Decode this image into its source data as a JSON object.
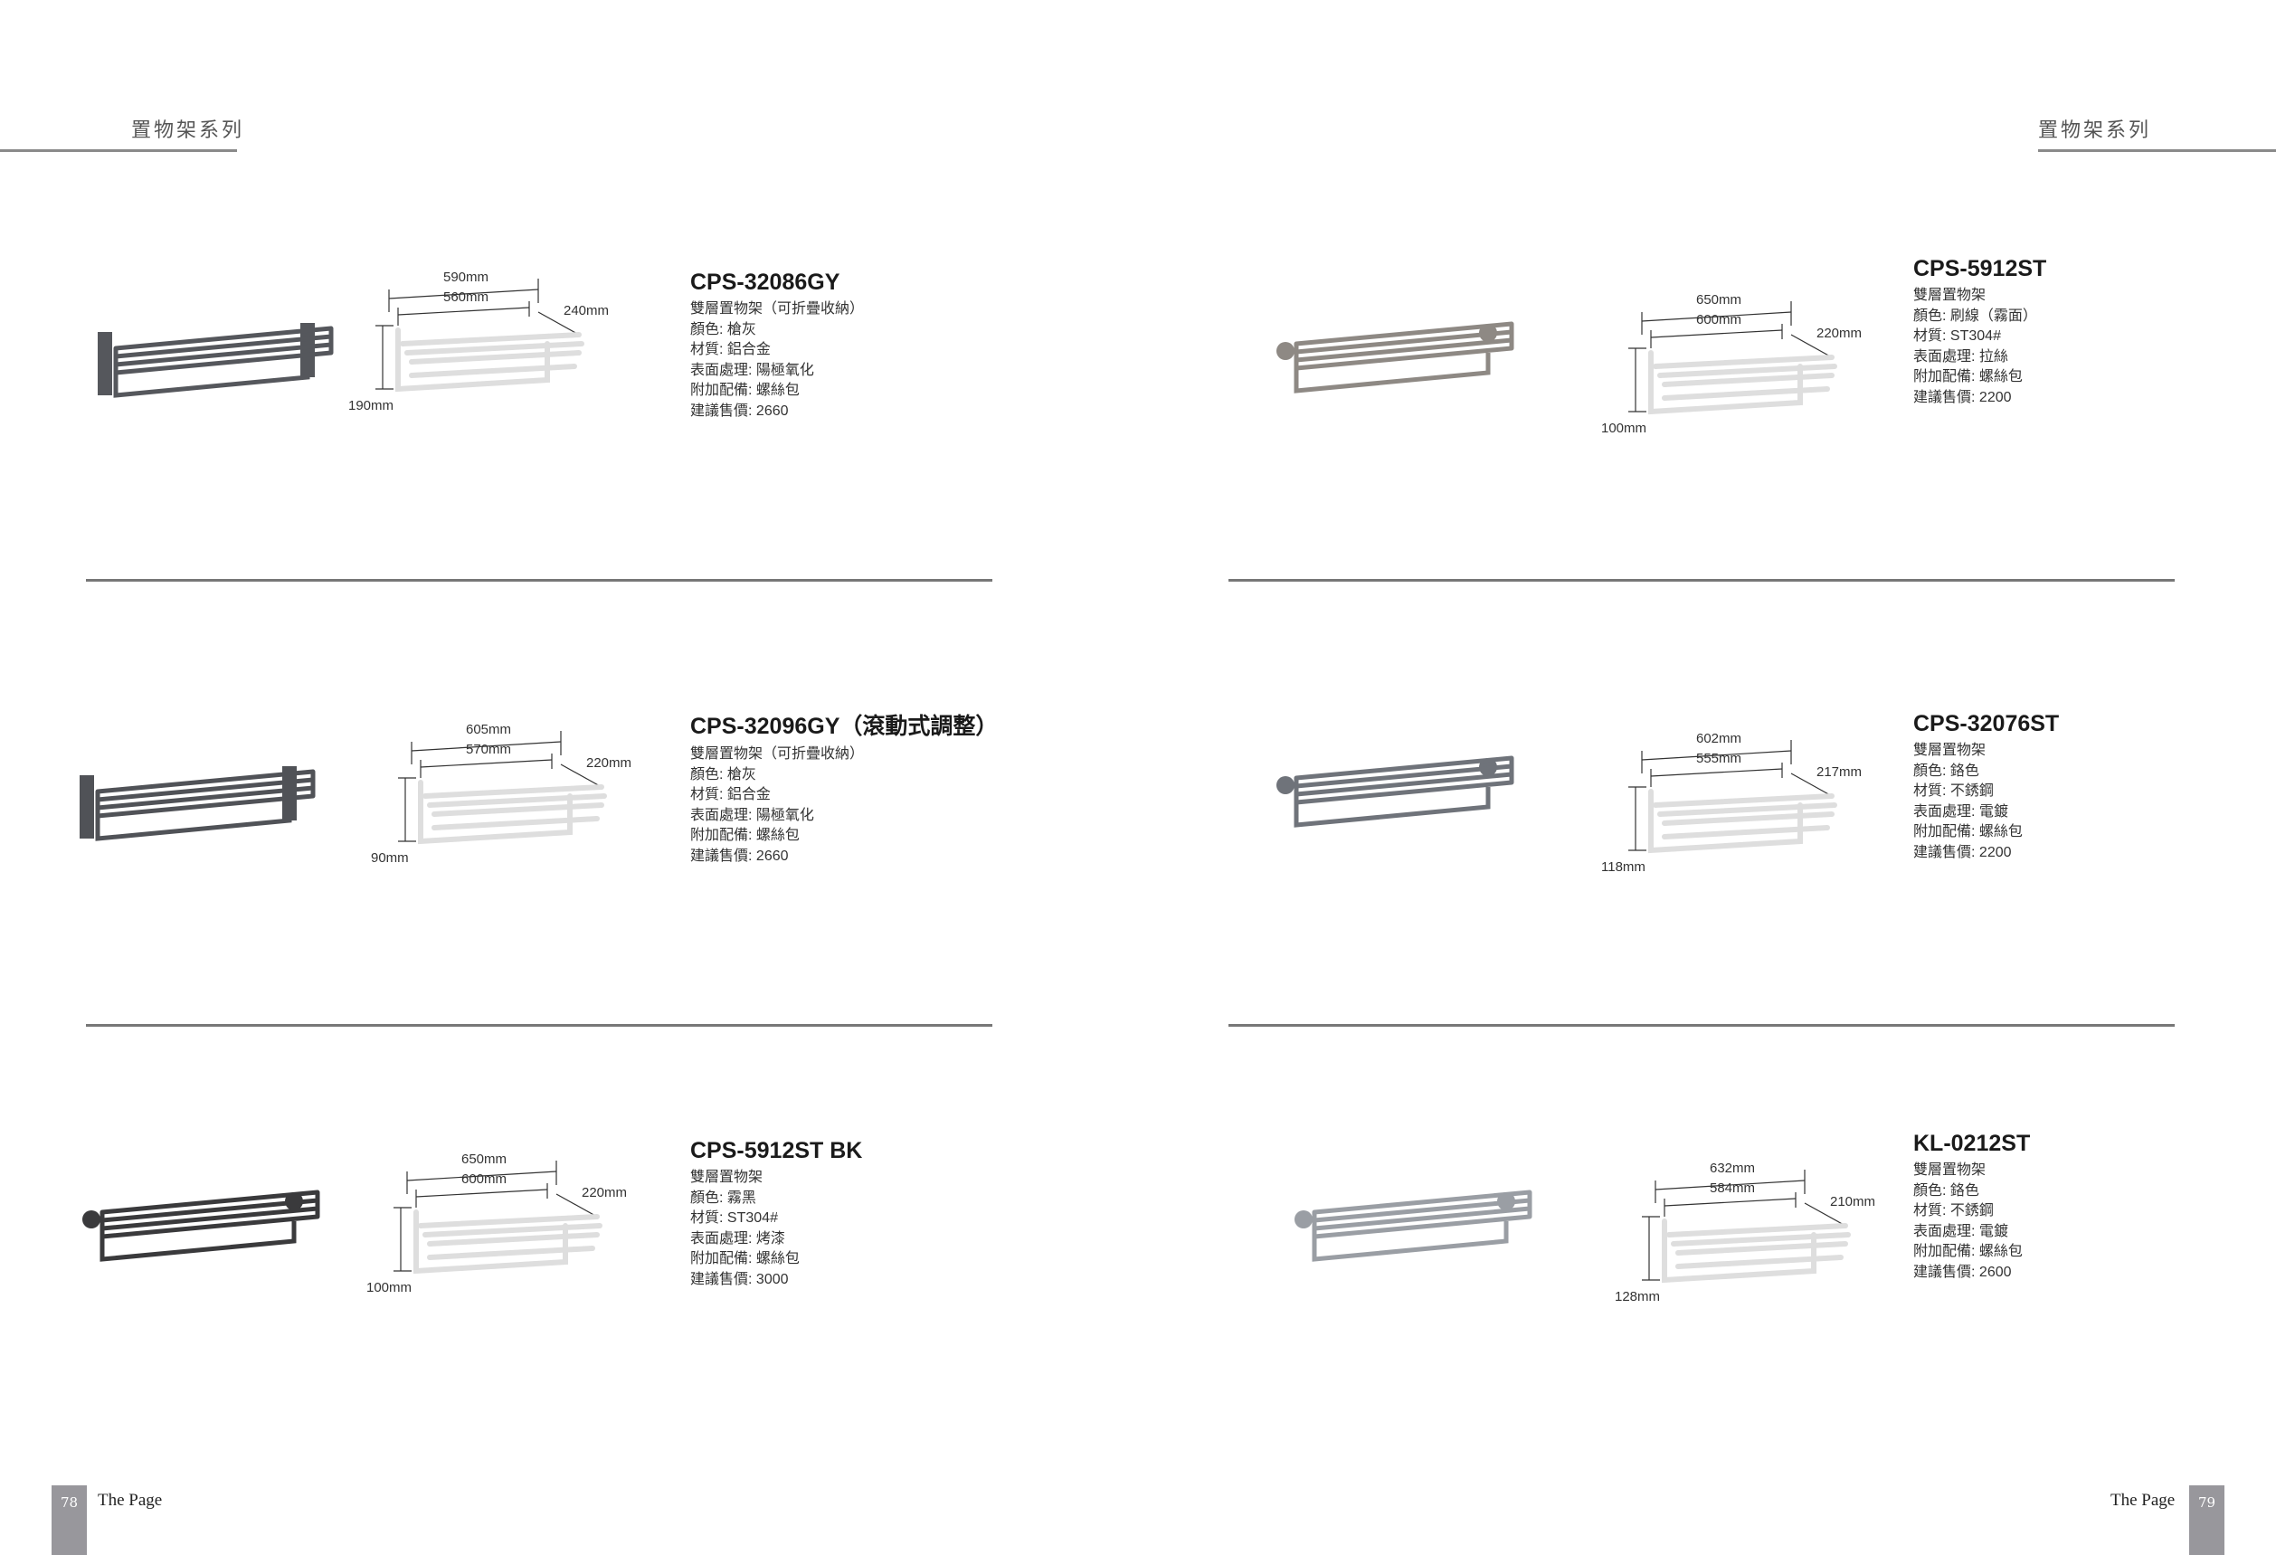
{
  "header": {
    "left_title": "置物架系列",
    "right_title": "置物架系列"
  },
  "spec_labels": {
    "color": "顏色",
    "material": "材質",
    "finish": "表面處理",
    "accessory": "附加配備",
    "price": "建議售價",
    "sep": ":"
  },
  "products": [
    {
      "model": "CPS-32086GY",
      "desc": "雙層置物架（可折疊收納）",
      "color": "槍灰",
      "material": "鋁合金",
      "finish": "陽極氧化",
      "accessory": "螺絲包",
      "price": "2660",
      "dims": {
        "outer": "590mm",
        "inner": "560mm",
        "depth": "240mm",
        "height": "190mm"
      },
      "rack_color": "#55575c",
      "style": "square"
    },
    {
      "model": "CPS-5912ST",
      "desc": "雙層置物架",
      "color": "刷線（霧面）",
      "material": "ST304#",
      "finish": "拉絲",
      "accessory": "螺絲包",
      "price": "2200",
      "dims": {
        "outer": "650mm",
        "inner": "600mm",
        "depth": "220mm",
        "height": "100mm"
      },
      "rack_color": "#8e8984",
      "style": "round"
    },
    {
      "model": "CPS-32096GY（滾動式調整）",
      "desc": "雙層置物架（可折疊收納）",
      "color": "槍灰",
      "material": "鋁合金",
      "finish": "陽極氧化",
      "accessory": "螺絲包",
      "price": "2660",
      "dims": {
        "outer": "605mm",
        "inner": "570mm",
        "depth": "220mm",
        "height": "90mm"
      },
      "rack_color": "#505257",
      "style": "square"
    },
    {
      "model": "CPS-32076ST",
      "desc": "雙層置物架",
      "color": "鉻色",
      "material": "不銹鋼",
      "finish": "電鍍",
      "accessory": "螺絲包",
      "price": "2200",
      "dims": {
        "outer": "602mm",
        "inner": "555mm",
        "depth": "217mm",
        "height": "118mm"
      },
      "rack_color": "#6f737a",
      "style": "round"
    },
    {
      "model": "CPS-5912ST BK",
      "desc": "雙層置物架",
      "color": "霧黑",
      "material": "ST304#",
      "finish": "烤漆",
      "accessory": "螺絲包",
      "price": "3000",
      "dims": {
        "outer": "650mm",
        "inner": "600mm",
        "depth": "220mm",
        "height": "100mm"
      },
      "rack_color": "#3a3a3c",
      "style": "round"
    },
    {
      "model": "KL-0212ST",
      "desc": "雙層置物架",
      "color": "鉻色",
      "material": "不銹鋼",
      "finish": "電鍍",
      "accessory": "螺絲包",
      "price": "2600",
      "dims": {
        "outer": "632mm",
        "inner": "584mm",
        "depth": "210mm",
        "height": "128mm"
      },
      "rack_color": "#9a9ea4",
      "style": "round"
    }
  ],
  "footer": {
    "left_page": "78",
    "left_text": "The Page",
    "right_page": "79",
    "right_text": "The Page"
  }
}
